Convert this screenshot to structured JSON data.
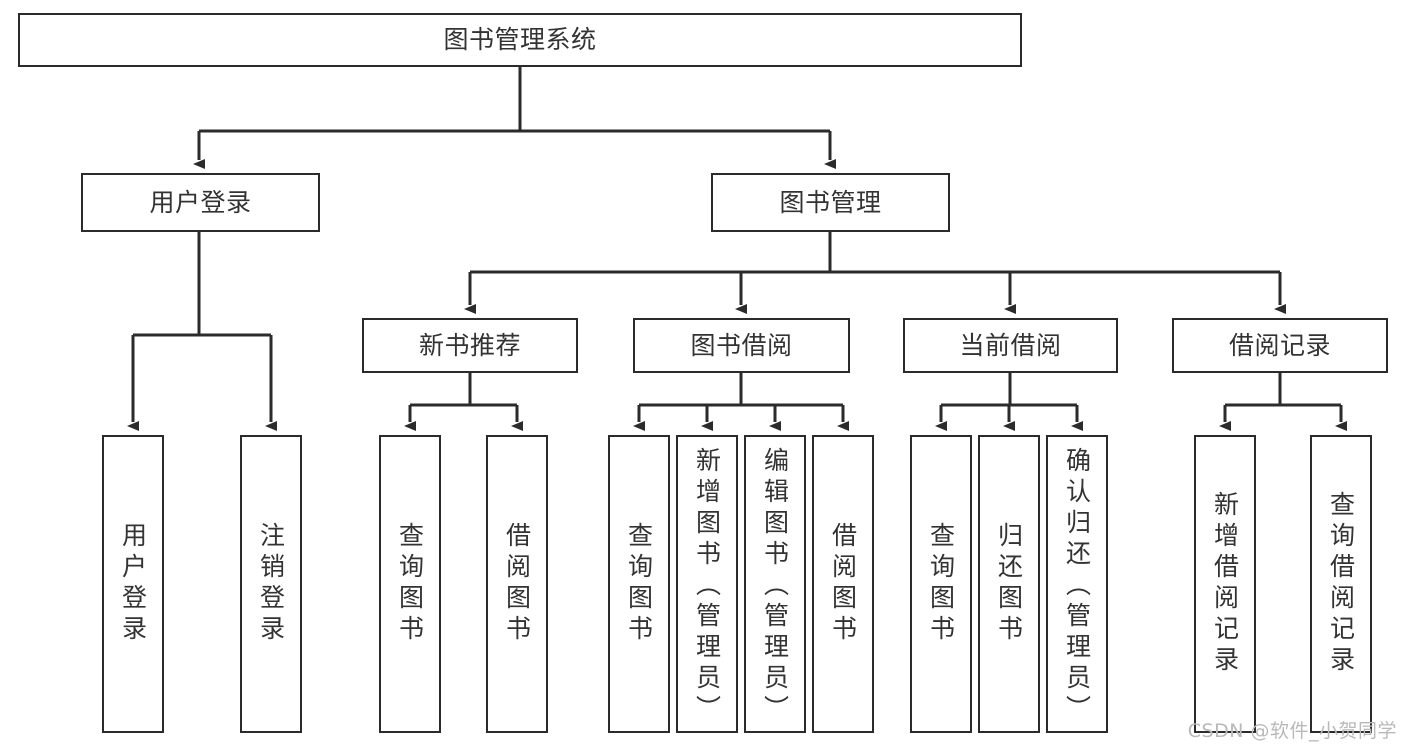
{
  "diagram": {
    "title": "图书管理系统",
    "watermark": "CSDN @软件_小贺同学",
    "colors": {
      "box_border": "#2b2b2b",
      "box_fill": "#ffffff",
      "line": "#2b2b2b",
      "text": "#333333",
      "watermark": "#b9b9b9",
      "background": "#ffffff"
    },
    "root": {
      "label": "图书管理系统"
    },
    "level2": [
      {
        "label": "用户登录"
      },
      {
        "label": "图书管理"
      }
    ],
    "level3": [
      {
        "label": "新书推荐"
      },
      {
        "label": "图书借阅"
      },
      {
        "label": "当前借阅"
      },
      {
        "label": "借阅记录"
      }
    ],
    "leaves": {
      "user_login": [
        {
          "label": "用户登录"
        },
        {
          "label": "注销登录"
        }
      ],
      "new_book": [
        {
          "label": "查询图书"
        },
        {
          "label": "借阅图书"
        }
      ],
      "book_borrow": [
        {
          "label": "查询图书"
        },
        {
          "label": "新增图书（管理员）"
        },
        {
          "label": "编辑图书（管理员）"
        },
        {
          "label": "借阅图书"
        }
      ],
      "current_borrow": [
        {
          "label": "查询图书"
        },
        {
          "label": "归还图书"
        },
        {
          "label": "确认归还（管理员）"
        }
      ],
      "borrow_record": [
        {
          "label": "新增借阅记录"
        },
        {
          "label": "查询借阅记录"
        }
      ]
    }
  }
}
